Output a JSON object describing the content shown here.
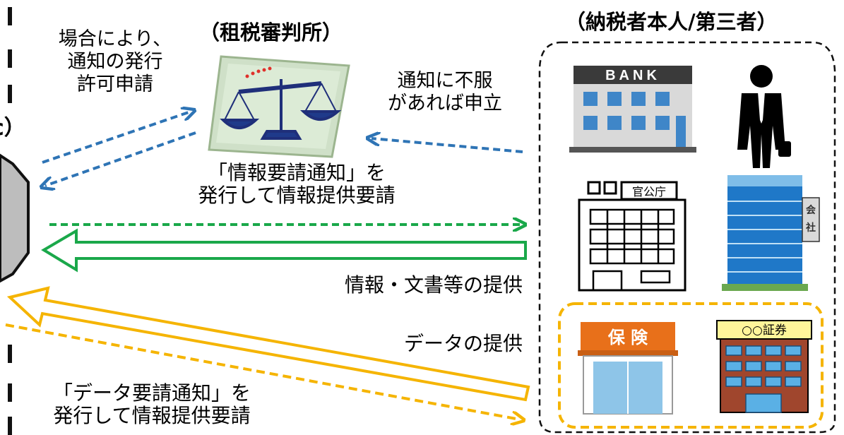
{
  "parties": {
    "tribunal_title": "（租税審判所）",
    "taxpayer_title": "（納税者本人/第三者）",
    "authority_fragment": "c）"
  },
  "notes": {
    "court_permission": [
      "場合により、",
      "通知の発行",
      "許可申請"
    ],
    "objection": [
      "通知に不服",
      "があれば申立"
    ],
    "info_request": [
      "「情報要請通知」を",
      "発行して情報提供要請"
    ],
    "info_provided": "情報・文書等の提供",
    "data_provided": "データの提供",
    "data_request": [
      "「データ要請通知」を",
      "発行して情報提供要請"
    ]
  },
  "icons": {
    "bank_sign": "BANK",
    "government_sign": "官公庁",
    "company_sign": [
      "会",
      "社"
    ],
    "insurance_sign": "保 険",
    "securities_sign": "○○証券"
  },
  "colors": {
    "blue_arrow": "#2e74b5",
    "green_arrow": "#1aa84a",
    "yellow_arrow": "#f5b400",
    "tribunal_frame": "#cfe0c8"
  }
}
